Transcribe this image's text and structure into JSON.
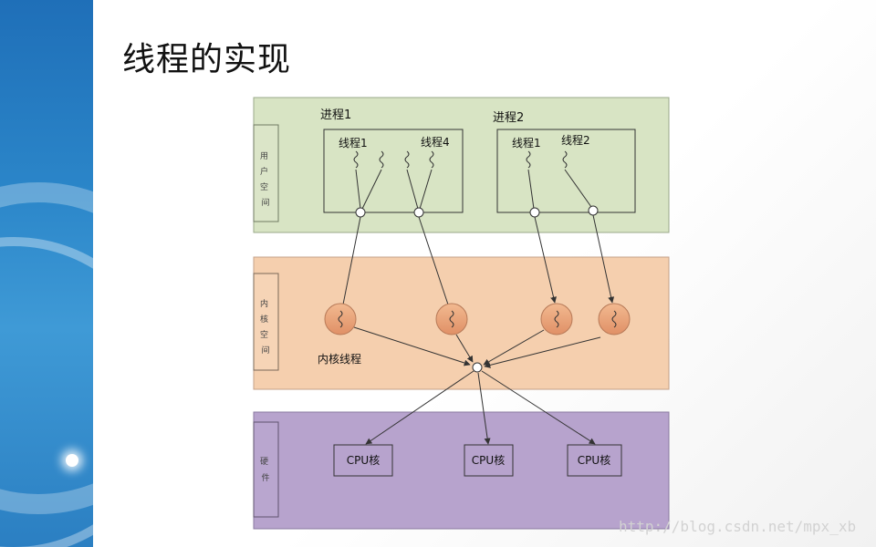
{
  "title": "线程的实现",
  "layers": {
    "user": {
      "label": "用户空间",
      "fill": "#d8e4c4",
      "border": "#9aa98a"
    },
    "kernel": {
      "label": "内核空间",
      "fill": "#f5cfae",
      "border": "#c4a088"
    },
    "hardware": {
      "label": "硬件",
      "fill": "#b7a3cd",
      "border": "#8a7aa0"
    }
  },
  "processes": [
    {
      "label": "进程1",
      "threads": [
        "线程1",
        "线程4"
      ]
    },
    {
      "label": "进程2",
      "threads": [
        "线程1",
        "线程2"
      ]
    }
  ],
  "kernel_thread_label": "内核线程",
  "cpus": [
    "CPU核",
    "CPU核",
    "CPU核"
  ],
  "watermark": "http://blog.csdn.net/mpx_xb"
}
